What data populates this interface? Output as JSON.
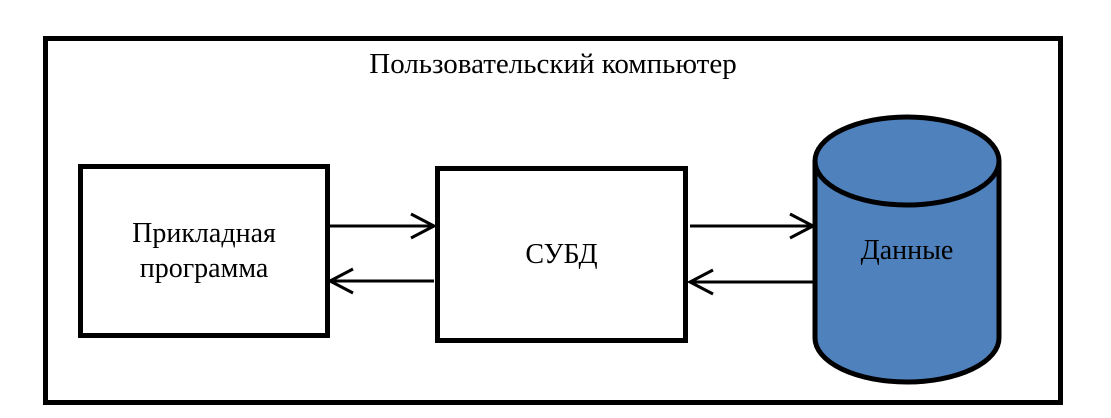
{
  "diagram": {
    "title": "Пользовательский компьютер",
    "nodes": {
      "app_program": {
        "label": "Прикладная программа"
      },
      "dbms": {
        "label": "СУБД"
      },
      "data_store": {
        "label": "Данные"
      }
    },
    "arrows": [
      {
        "name": "app-to-dbms",
        "direction": "right"
      },
      {
        "name": "dbms-to-app",
        "direction": "left"
      },
      {
        "name": "dbms-to-data",
        "direction": "right"
      },
      {
        "name": "data-to-dbms",
        "direction": "left"
      }
    ],
    "colors": {
      "cylinder_fill": "#4F81BD",
      "stroke": "#000000"
    }
  }
}
